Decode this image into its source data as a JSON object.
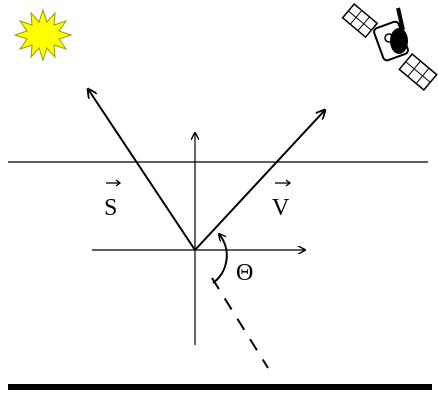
{
  "labels": {
    "s_vector": "S",
    "v_vector": "V",
    "angle": "Θ"
  },
  "icons": {
    "sun": "sun-icon",
    "satellite": "satellite-icon"
  },
  "colors": {
    "sun_fill": "#ffff00",
    "sun_stroke": "#9a9a00",
    "line": "#000000",
    "background": "#ffffff"
  }
}
